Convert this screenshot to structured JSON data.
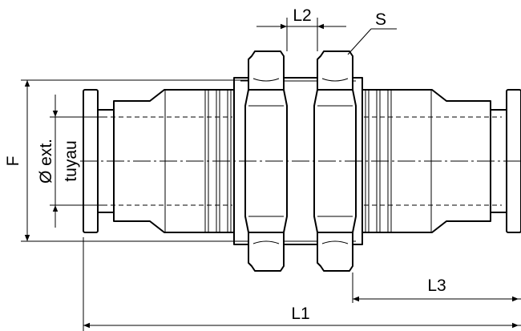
{
  "drawing": {
    "labels": {
      "l1": "L1",
      "l2": "L2",
      "l3": "L3",
      "s": "S",
      "f": "F",
      "diameter_line1": "Ø ext.",
      "diameter_line2": "tuyau"
    }
  }
}
